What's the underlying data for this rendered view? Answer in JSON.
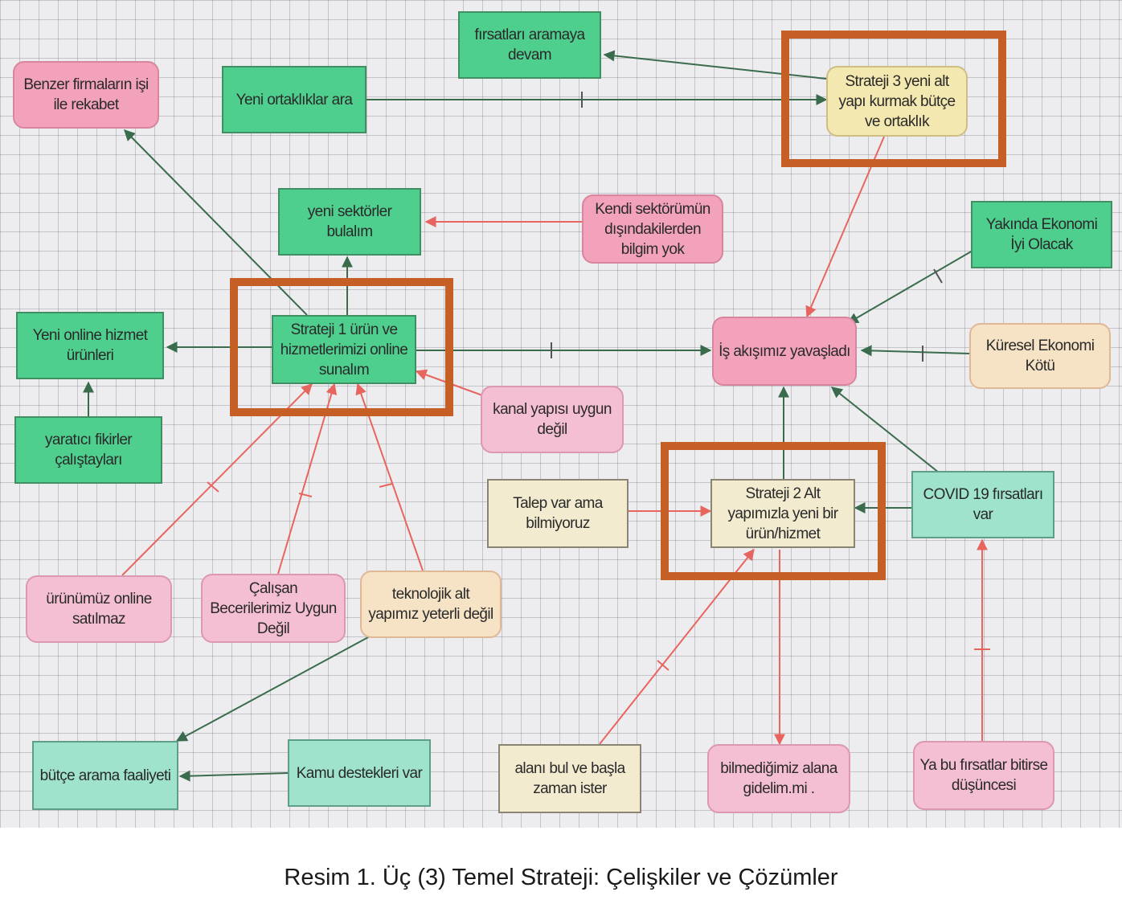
{
  "nodes": {
    "firsatlari_aramaya_devam": "fırsatları aramaya devam",
    "benzer_firmalarin": "Benzer firmaların işi ile rekabet",
    "yeni_ortakliklar_ara": "Yeni ortaklıklar ara",
    "strateji_3": "Strateji 3 yeni alt yapı kurmak bütçe ve ortaklık",
    "yeni_sektorler_bulalim": "yeni sektörler bulalım",
    "kendi_sektorumun": "Kendi sektörümün dışındakilerden bilgim yok",
    "yakinda_ekonomi": "Yakında Ekonomi İyi Olacak",
    "yeni_online_hizmet": "Yeni online hizmet ürünleri",
    "strateji_1": "Strateji 1 ürün ve hizmetlerimizi online sunalım",
    "is_akisimiz": "İş akışımız yavaşladı",
    "kuresel_ekonomi": "Küresel Ekonomi Kötü",
    "yaratici_fikirler": "yaratıcı fikirler çalıştayları",
    "kanal_yapisi": "kanal yapısı uygun değil",
    "talep_var_ama": "Talep var ama bilmiyoruz",
    "strateji_2": "Strateji 2 Alt yapımızla yeni bir ürün/hizmet",
    "covid_19": "COVID 19 fırsatları var",
    "urunumuz_online": "ürünümüz online satılmaz",
    "calisan_becerilerimiz": "Çalışan Becerilerimiz Uygun Değil",
    "teknolojik_alt_yapimiz": "teknolojik alt yapımız yeterli değil",
    "butce_arama": "bütçe arama faaliyeti",
    "kamu_destekleri": "Kamu destekleri var",
    "alani_bul": "alanı bul ve başla zaman ister",
    "bilmedigimiz_alana": "bilmediğimiz alana gidelim.mi .",
    "ya_bu_firsatlar": "Ya bu fırsatlar bitirse düşüncesi"
  },
  "colors": {
    "positive_edge": "#3a6b4d",
    "negative_edge": "#e8655f",
    "highlight": "#c65f25"
  },
  "caption": "Resim 1. Üç (3) Temel Strateji: Çelişkiler ve Çözümler"
}
